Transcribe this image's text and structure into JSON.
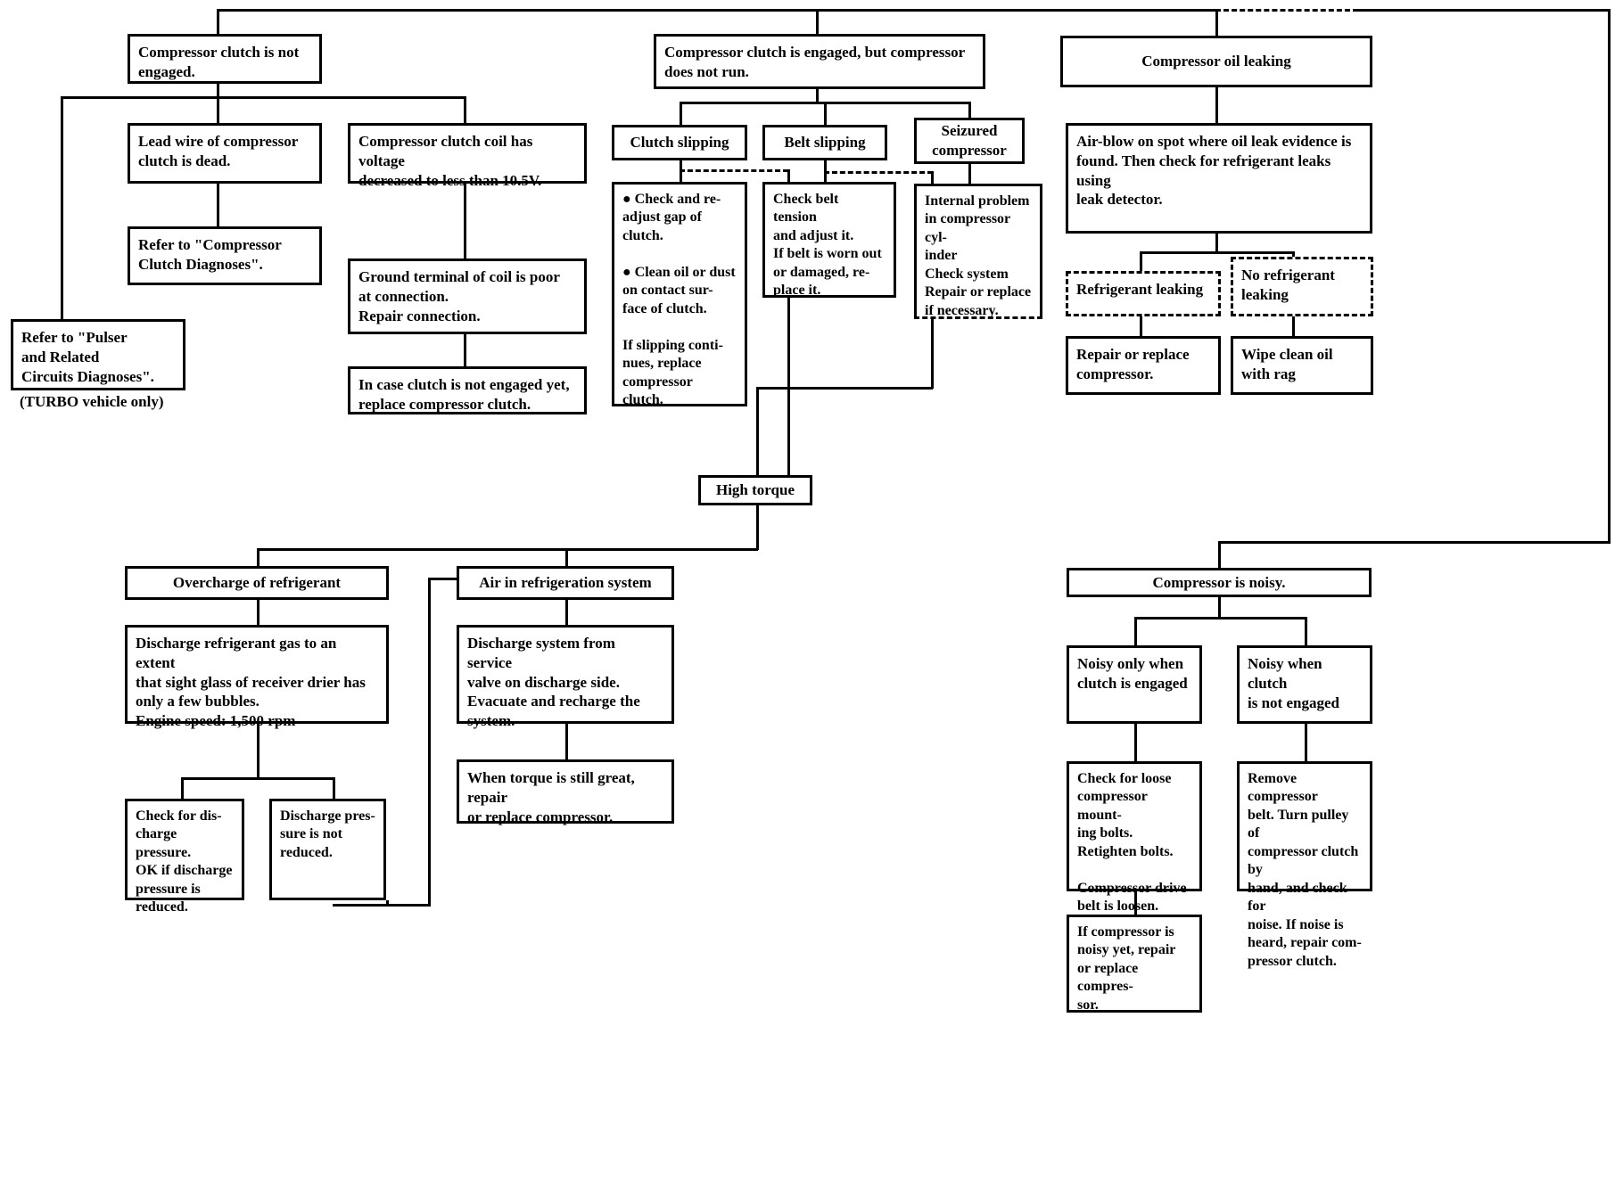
{
  "document": {
    "type": "troubleshooting-flowchart",
    "subject": "Air conditioning compressor diagnosis"
  },
  "nodes": {
    "clutch_not_engaged": "Compressor clutch is not\nengaged.",
    "clutch_engaged_no_run": "Compressor clutch is engaged, but compressor\ndoes not run.",
    "oil_leaking": "Compressor oil leaking",
    "lead_wire_dead": "Lead wire of compressor\nclutch is dead.",
    "coil_voltage": "Compressor clutch coil has voltage\ndecreased to less than 10.5V.",
    "refer_clutch_diagnoses": "Refer to \"Compressor\nClutch Diagnoses\".",
    "ground_terminal": "Ground terminal of coil is poor\nat connection.\nRepair connection.",
    "in_case_clutch": "In case clutch is not engaged yet,\nreplace compressor clutch.",
    "refer_pulser": "Refer to \"Pulser\nand Related\nCircuits Diagnoses\".",
    "turbo_note": "(TURBO vehicle only)",
    "clutch_slipping": "Clutch slipping",
    "belt_slipping": "Belt slipping",
    "seized_compressor": "Seizured\ncompressor",
    "clutch_slipping_actions": "● Check and re-\n   adjust gap of\n   clutch.\n\n● Clean oil or dust\n   on contact sur-\n   face of clutch.\n\nIf slipping conti-\nnues, replace\ncompressor\nclutch.",
    "belt_slipping_actions": "Check belt tension\nand adjust it.\nIf belt is worn out\nor damaged, re-\nplace it.",
    "seized_actions": "Internal problem\nin compressor cyl-\ninder\nCheck system\nRepair or replace\nif necessary.",
    "airblow": "Air-blow on spot where oil leak evidence is\nfound.  Then check for refrigerant leaks using\nleak detector.",
    "refrigerant_leaking": "Refrigerant leaking",
    "no_refrigerant_leaking": "No refrigerant\nleaking",
    "repair_replace_compressor": "Repair or replace\ncompressor.",
    "wipe_clean_oil": "Wipe   clean oil\nwith rag",
    "high_torque": "High torque",
    "overcharge": "Overcharge of refrigerant",
    "air_in_system": "Air in refrigeration system",
    "discharge_refrigerant_gas": "Discharge refrigerant gas to an extent\nthat sight glass of receiver drier has\nonly a few bubbles.\nEngine speed:  1,500 rpm",
    "discharge_system": "Discharge system from service\nvalve on discharge side.\nEvacuate and recharge the\nsystem.",
    "check_discharge_pressure": "Check for dis-\ncharge pressure.\nOK if discharge\npressure is\nreduced.",
    "pressure_not_reduced": "Discharge pres-\nsure is not\nreduced.",
    "torque_still_great": "When torque is still great, repair\nor replace compressor.",
    "compressor_noisy": "Compressor is noisy.",
    "noisy_clutch_engaged": "Noisy only when\nclutch is engaged",
    "noisy_clutch_not_engaged": "Noisy when clutch\nis not engaged",
    "check_loose_bolts": "Check for loose\ncompressor mount-\ning bolts.\nRetighten bolts.\n\nCompressor drive\nbelt is loosen. Adjust\nbelt tension.",
    "remove_belt": "Remove compressor\nbelt.  Turn pulley of\ncompressor clutch by\nhand, and check for\nnoise.  If noise is\nheard, repair com-\npressor clutch.",
    "still_noisy": "If compressor is\nnoisy yet, repair\nor replace compres-\nsor."
  },
  "colors": {
    "line": "#000000",
    "box_fill": "#ffffff",
    "text": "#000000"
  }
}
